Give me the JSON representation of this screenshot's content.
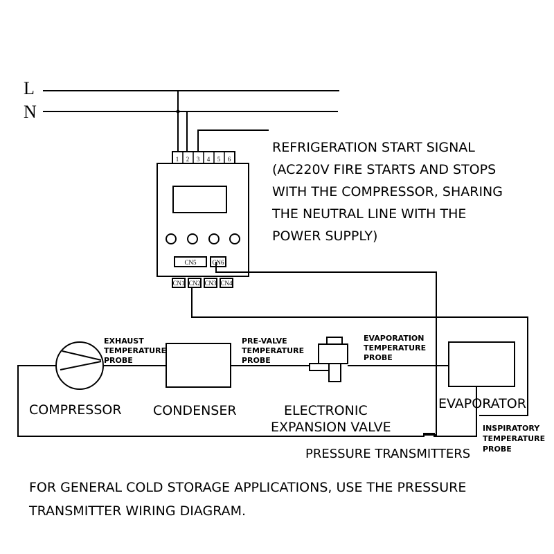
{
  "lines": {
    "l": "L",
    "n": "N"
  },
  "controller": {
    "terminals": [
      "1",
      "2",
      "3",
      "4",
      "5",
      "6"
    ],
    "connectors": [
      "CN5",
      "CN6"
    ],
    "bottom_connectors": [
      "CN1",
      "CN2",
      "CN3",
      "CN4"
    ]
  },
  "signal_note": [
    "REFRIGERATION START SIGNAL",
    "(AC220V FIRE STARTS AND STOPS",
    "WITH THE COMPRESSOR, SHARING",
    "THE NEUTRAL LINE WITH THE",
    "POWER SUPPLY)"
  ],
  "components": {
    "compressor": "COMPRESSOR",
    "condenser": "CONDENSER",
    "valve_line1": "ELECTRONIC",
    "valve_line2": "EXPANSION VALVE",
    "evaporator": "EVAPORATOR",
    "pressure": "PRESSURE TRANSMITTERS"
  },
  "probes": {
    "exhaust": [
      "EXHAUST",
      "TEMPERATURE",
      "PROBE"
    ],
    "pre_valve": [
      "PRE-VALVE",
      "TEMPERATURE",
      "PROBE"
    ],
    "evaporation": [
      "EVAPORATION",
      "TEMPERATURE",
      "PROBE"
    ],
    "inspiratory": [
      "INSPIRATORY",
      "TEMPERATURE",
      "PROBE"
    ]
  },
  "footer": [
    "FOR GENERAL COLD STORAGE APPLICATIONS, USE THE PRESSURE",
    "TRANSMITTER WIRING DIAGRAM."
  ]
}
